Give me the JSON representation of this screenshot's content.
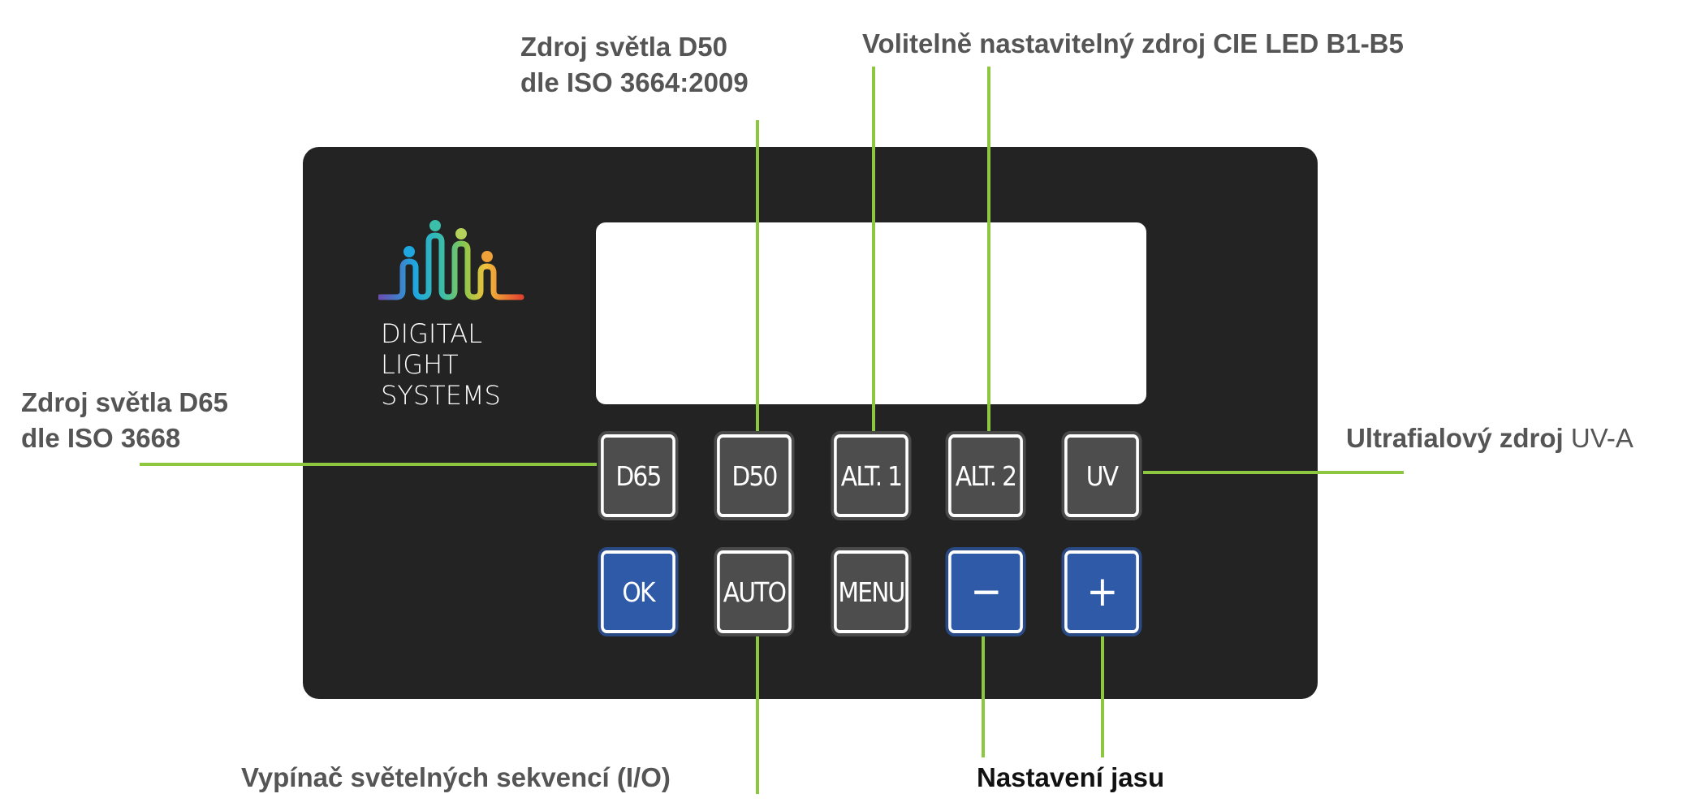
{
  "panel": {
    "logo": {
      "lines": [
        "DIGITAL",
        "LIGHT",
        "SYSTEMS"
      ]
    },
    "buttons_row1": [
      "D65",
      "D50",
      "ALT. 1",
      "ALT. 2",
      "UV"
    ],
    "buttons_row2": [
      "OK",
      "AUTO",
      "MENU",
      "−",
      "+"
    ]
  },
  "labels": {
    "d50": [
      "Zdroj světla D50",
      "dle ISO 3664:2009"
    ],
    "alt": "Volitelně nastavitelný zdroj CIE LED B1-B5",
    "d65": [
      "Zdroj světla D65",
      "dle ISO 3668"
    ],
    "uv_bold": "Ultrafialový zdroj",
    "uv_normal": "UV-A",
    "auto": "Vypínač světelných sekvencí (I/O)",
    "brightness": "Nastavení jasu"
  },
  "colors": {
    "panel": "#232323",
    "leader": "#8dc63f",
    "blue_button": "#2e5aa8",
    "gray_button": "#4d4d4d"
  }
}
